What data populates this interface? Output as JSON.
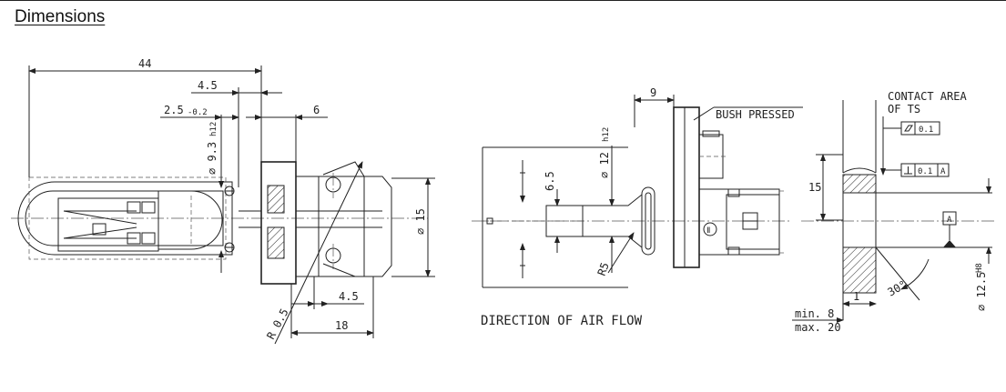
{
  "heading": "Dimensions",
  "left_view": {
    "dim_44": "44",
    "dim_4_5_top": "4.5",
    "dim_2_5": "2.5",
    "dim_2_5_tol": "-0.2",
    "dim_6": "6",
    "dim_dia_9_3": "⌀ 9.3",
    "dim_dia_9_3_tol": "h12",
    "dim_dia_15": "⌀ 15",
    "dim_4_5_bottom": "4.5",
    "dim_R_0_5": "R 0.5",
    "dim_18": "18"
  },
  "middle_view": {
    "dim_9": "9",
    "bush_label": "BUSH PRESSED",
    "dim_dia_12": "⌀ 12",
    "dim_dia_12_tol": "h12",
    "dim_6_5": "6.5",
    "dim_R5": "R5",
    "airflow_caption": "DIRECTION OF AIR FLOW"
  },
  "right_view": {
    "contact_line1": "CONTACT AREA",
    "contact_line2": "OF TS",
    "flatness_value": "0.1",
    "perp_value": "0.1",
    "perp_datum": "A",
    "dim_15": "15",
    "datum_label": "A",
    "dim_1": "1",
    "angle_30": "30°",
    "min_label": "min. 8",
    "max_label": "max. 20",
    "dim_dia_12_5": "⌀ 12.5",
    "dim_dia_12_5_tol": "H8"
  }
}
